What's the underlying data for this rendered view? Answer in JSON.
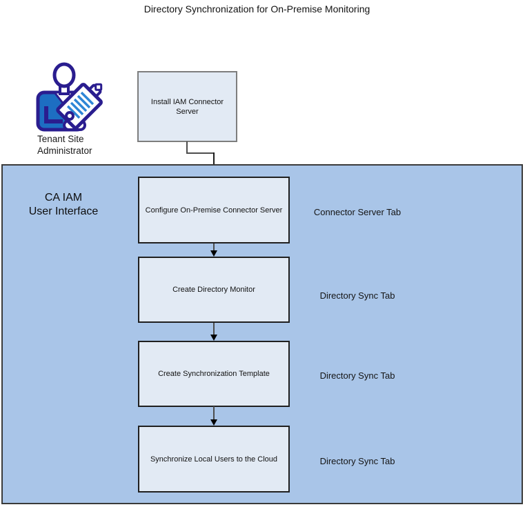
{
  "title": "Directory Synchronization for On-Premise Monitoring",
  "actor": {
    "icon": "person-with-clipboard-icon",
    "label": "Tenant Site Administrator"
  },
  "install_box": {
    "label": "Install IAM Connector Server"
  },
  "container": {
    "label_line1": "CA IAM",
    "label_line2": "User Interface"
  },
  "steps": [
    {
      "label": "Configure On-Premise Connector Server",
      "tab": "Connector Server Tab"
    },
    {
      "label": "Create Directory Monitor",
      "tab": "Directory Sync Tab"
    },
    {
      "label": "Create Synchronization Template",
      "tab": "Directory Sync Tab"
    },
    {
      "label": "Synchronize Local Users to the Cloud",
      "tab": "Directory Sync Tab"
    }
  ],
  "colors": {
    "container_fill": "#a9c5e8",
    "container_border": "#3a3a3a",
    "box_fill": "#e2eaf4",
    "box_border": "#1f1f1f",
    "install_border": "#7d7d7d",
    "connector": "#4d4d4d",
    "arrowhead": "#000000",
    "icon_navy": "#2a1d8f",
    "icon_shirt": "#1d6ec2",
    "icon_stripe": "#2e86d6"
  }
}
